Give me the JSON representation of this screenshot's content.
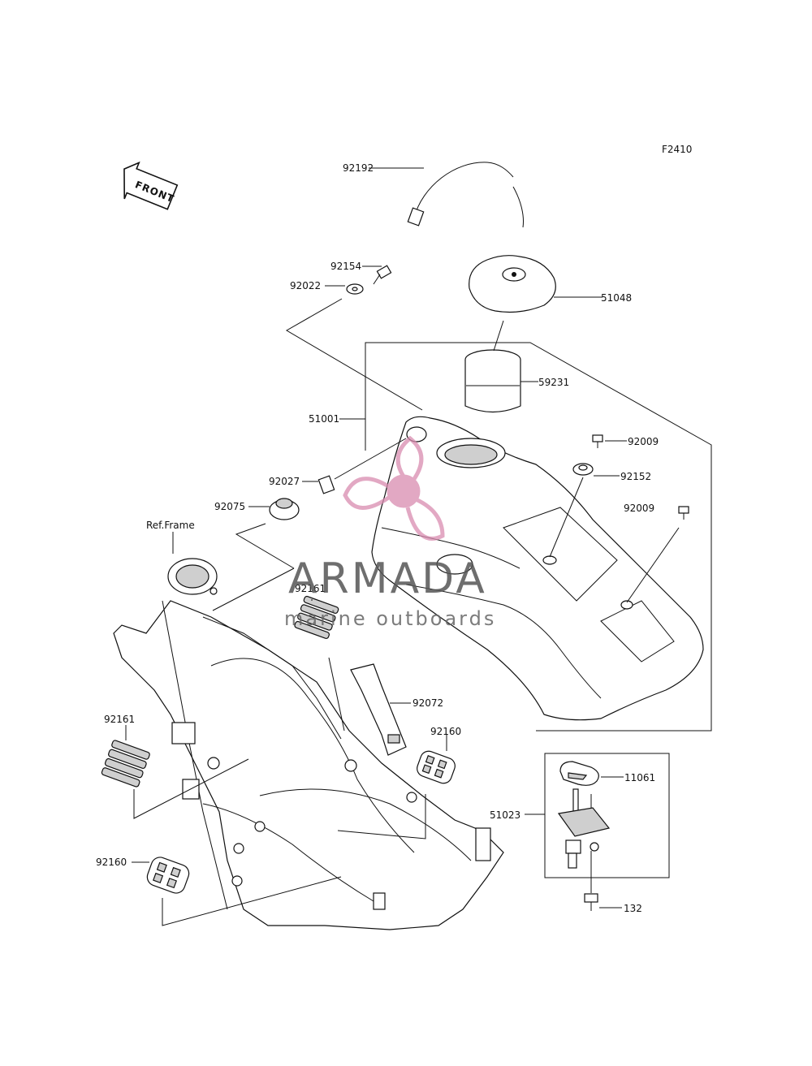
{
  "figure_code": "F2410",
  "front_label": "FRONT",
  "ref_frame_label": "Ref.Frame",
  "watermark": {
    "brand": "ARMADA",
    "tagline": "marine outboards",
    "logo_color": "#d98cb0"
  },
  "part_labels": {
    "p92192": "92192",
    "p92154": "92154",
    "p92022": "92022",
    "p51048": "51048",
    "p59231": "59231",
    "p51001": "51001",
    "p92009a": "92009",
    "p92152": "92152",
    "p92027": "92027",
    "p92009b": "92009",
    "p92075": "92075",
    "p92161a": "92161",
    "p92072": "92072",
    "p92161b": "92161",
    "p92160a": "92160",
    "p11061": "11061",
    "p51023": "51023",
    "p92160b": "92160",
    "p132": "132"
  }
}
